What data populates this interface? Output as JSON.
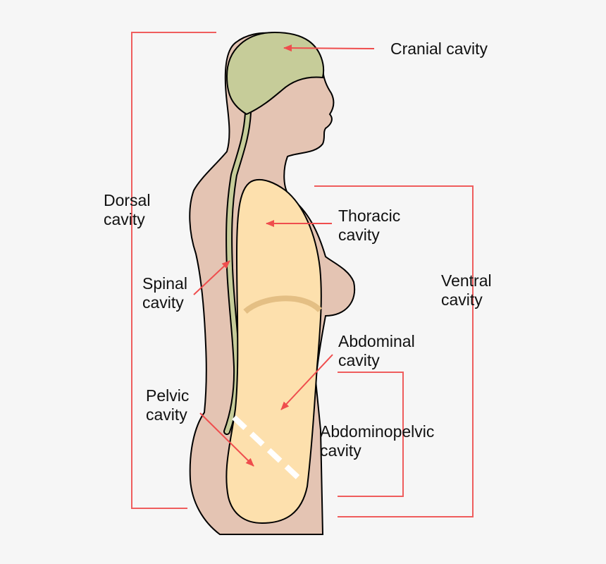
{
  "colors": {
    "background": "#f6f6f6",
    "body": "#e4c4b3",
    "outline": "#000000",
    "cranial": "#c6cc99",
    "ventral": "#fde0ad",
    "diaphragm": "#e4bf84",
    "bracket": "#ef5d5d",
    "arrow": "#ef4d4d",
    "text": "#111111"
  },
  "labels": {
    "cranial": {
      "line1": "Cranial cavity"
    },
    "dorsal": {
      "line1": "Dorsal",
      "line2": "cavity"
    },
    "thoracic": {
      "line1": "Thoracic",
      "line2": "cavity"
    },
    "spinal": {
      "line1": "Spinal",
      "line2": "cavity"
    },
    "ventral": {
      "line1": "Ventral",
      "line2": "cavity"
    },
    "abdominal": {
      "line1": "Abdominal",
      "line2": "cavity"
    },
    "pelvic": {
      "line1": "Pelvic",
      "line2": "cavity"
    },
    "abdominopelvic": {
      "line1": "Abdominopelvic",
      "line2": "cavity"
    }
  }
}
